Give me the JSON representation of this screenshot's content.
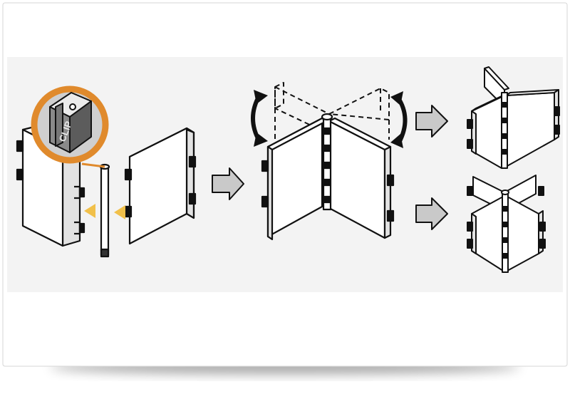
{
  "figure": {
    "clip_label": "CLIP",
    "colors": {
      "highlight_ring": "#e08a2c",
      "pointer_triangle": "#f1c04a",
      "arrow_fill": "#c9c9c9",
      "ink": "#111111",
      "panel_fill": "#ffffff",
      "card_background": "#f4f4f4"
    },
    "steps": [
      "insert-pin-between-panels",
      "join-panels-on-pin",
      "rotate-panels",
      "result-l-configuration",
      "result-cross-configuration"
    ]
  }
}
